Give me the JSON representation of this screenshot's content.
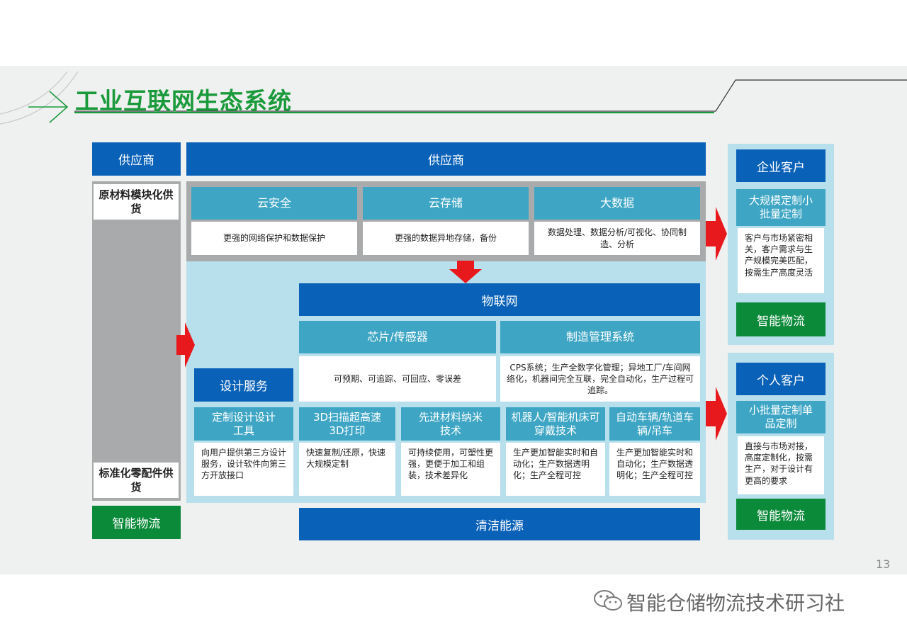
{
  "title": "工业互联网生态系统",
  "page_number": "13",
  "watermark": "智能仓储物流技术研习社",
  "left_column": {
    "header": "供应商",
    "top_box": "原材料模块化供货",
    "bottom_box": "标准化零配件供货",
    "logistics": "智能物流"
  },
  "main": {
    "header": "供应商",
    "cloud_tiles": [
      {
        "title": "云安全",
        "desc": "更强的网络保护和数据保护"
      },
      {
        "title": "云存储",
        "desc": "更强的数据异地存储，备份"
      },
      {
        "title": "大数据",
        "desc": "数据处理、数据分析/可视化、协同制造、分析"
      }
    ],
    "iot": "物联网",
    "chips": {
      "title": "芯片/传感器",
      "desc": "可预期、可追踪、可回应、零误差"
    },
    "mgmt": {
      "title": "制造管理系统",
      "desc": "CPS系统；生产全数字化管理；异地工厂/车间网络化，机器间完全互联，完全自动化，生产过程可追踪。"
    },
    "design_service": "设计服务",
    "bottom_cards": [
      {
        "title": "定制设计设计工具",
        "desc": "向用户提供第三方设计服务，设计软件向第三方开放接口"
      },
      {
        "title": "3D扫描超高速3D打印",
        "desc": "快速复制/还原，快速大规模定制"
      },
      {
        "title": "先进材料纳米技术",
        "desc": "可持续使用，可塑性更强，更便于加工和组装，技术差异化"
      },
      {
        "title": "机器人/智能机床可穿戴技术",
        "desc": "生产更加智能实时和自动化；生产数据透明化；生产全程可控"
      },
      {
        "title": "自动车辆/轨道车辆/吊车",
        "desc": "生产更加智能实时和自动化；生产数据透明化；生产全程可控"
      }
    ],
    "energy": "清洁能源"
  },
  "right_top": {
    "header": "企业客户",
    "subtitle": "大规模定制小批量定制",
    "desc": "客户与市场紧密相关，客户需求与生产规模完美匹配，按需生产高度灵活",
    "logistics": "智能物流"
  },
  "right_bottom": {
    "header": "个人客户",
    "subtitle": "小批量定制单品定制",
    "desc": "直接与市场对接，高度定制化，按需生产，对于设计有更高的要求",
    "logistics": "智能物流"
  },
  "colors": {
    "blue": "#0a62b8",
    "teal": "#3ea6c4",
    "green": "#0b8a3a",
    "arrow": "#e8191c",
    "title": "#1a9a3a"
  },
  "icons": [
    "arrow-right-icon",
    "arrow-down-icon",
    "wechat-icon"
  ]
}
